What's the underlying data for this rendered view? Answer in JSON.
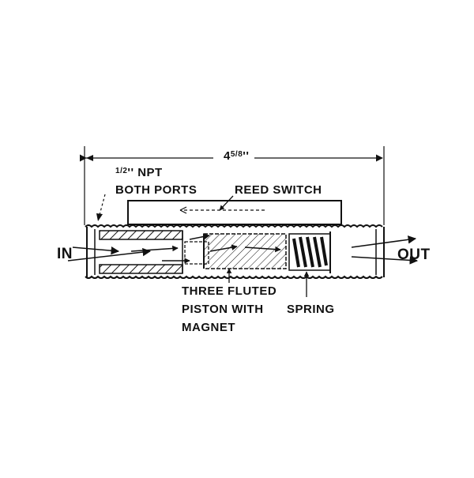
{
  "diagram": {
    "dimension": {
      "whole": "4",
      "num": "5",
      "den": "8",
      "unit": "''"
    },
    "npt_label": {
      "num": "1",
      "den": "2",
      "unit": "''",
      "text": "NPT"
    },
    "both_ports_label": "BOTH PORTS",
    "reed_switch_label": "REED SWITCH",
    "in_label": "IN",
    "out_label": "OUT",
    "piston_label_lines": [
      "THREE FLUTED",
      "PISTON WITH",
      "MAGNET"
    ],
    "spring_label": "SPRING",
    "colors": {
      "ink": "#111111",
      "background": "#ffffff"
    }
  }
}
